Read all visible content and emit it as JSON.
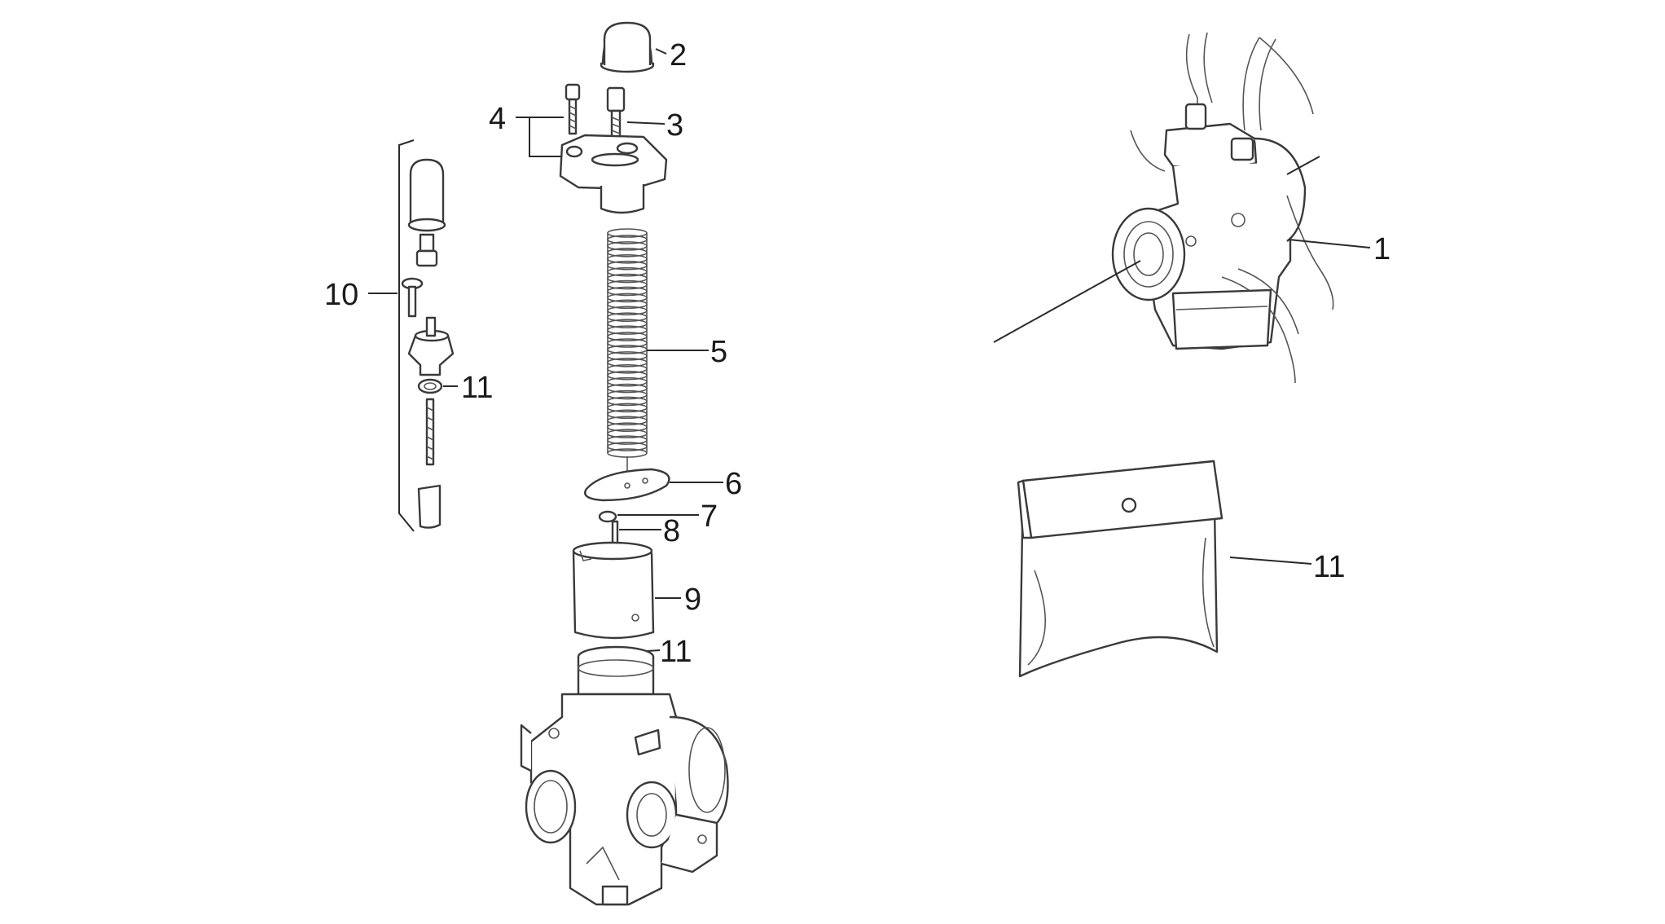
{
  "diagram": {
    "callouts": {
      "c1": "1",
      "c2": "2",
      "c3": "3",
      "c4": "4",
      "c5": "5",
      "c6": "6",
      "c7": "7",
      "c8": "8",
      "c9": "9",
      "c10": "10",
      "c11_left": "11",
      "c11_center": "11",
      "c11_right": "11"
    }
  }
}
